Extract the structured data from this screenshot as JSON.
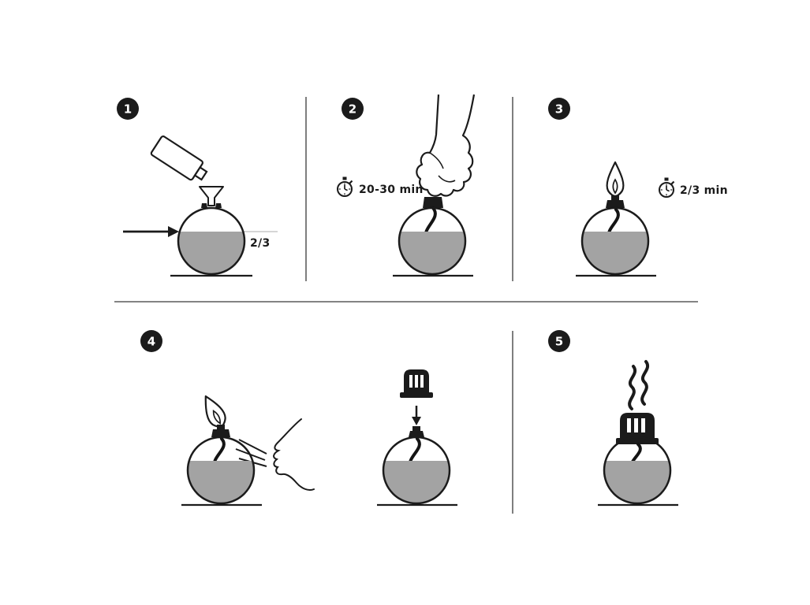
{
  "figure": {
    "kind": "instruction-diagram",
    "subject": "fragrance lamp usage steps",
    "colors": {
      "ink": "#1b1b1b",
      "liquid": "#a3a3a3",
      "background": "#ffffff"
    },
    "steps": [
      {
        "number": "1",
        "annotation": "2/3",
        "icons": [
          "refill-bottle-icon",
          "funnel-icon",
          "fill-arrow-icon",
          "fill-level-line",
          "lamp-globe"
        ]
      },
      {
        "number": "2",
        "annotation": "20-30 min",
        "icons": [
          "stopwatch-icon",
          "hand-inserting-wick-icon",
          "wick-icon",
          "lamp-globe"
        ]
      },
      {
        "number": "3",
        "annotation": "2/3 min",
        "icons": [
          "flame-icon",
          "stopwatch-icon",
          "lamp-globe"
        ]
      },
      {
        "number": "4",
        "icons": [
          "blowing-face-icon",
          "flame-icon",
          "vented-cap-icon",
          "down-arrow-icon",
          "lamp-globe"
        ]
      },
      {
        "number": "5",
        "icons": [
          "vented-cap-icon",
          "scent-waves-icon",
          "lamp-globe"
        ]
      }
    ]
  }
}
